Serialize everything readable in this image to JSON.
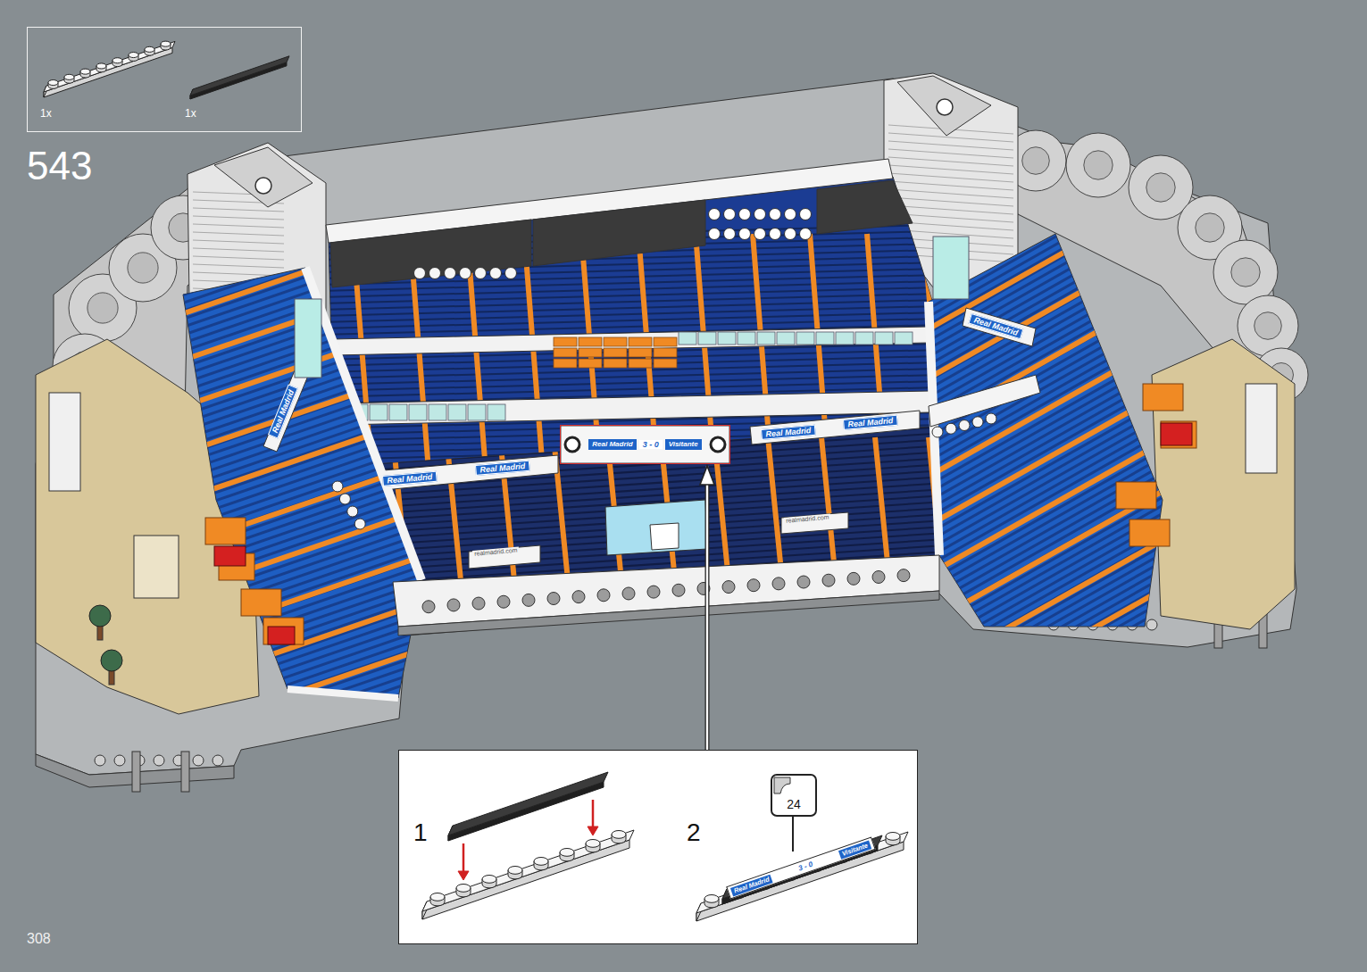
{
  "diagram": {
    "nodes": [
      {
        "text": [
          "1x",
          "1x"
        ]
      },
      {
        "text": [
          "Real Madrid",
          "3 - 0",
          "Visitante"
        ]
      },
      {
        "text": [
          "1",
          "2"
        ]
      },
      {
        "text": [
          "24"
        ],
        "in": 2
      },
      {
        "text": [
          "Real Madrid",
          "3 - 0",
          "Visitante"
        ],
        "in": 2
      }
    ],
    "edges": [
      {
        "from": 2,
        "to": 1,
        "arrow": "to"
      }
    ],
    "labels": [
      "543",
      "Real Madrid",
      "Real Madrid",
      "Real Madrid",
      "Real Madrid",
      "Real Madrid",
      "Real Madrid",
      "realmadrid.com",
      "realmadrid.com",
      "308"
    ]
  }
}
